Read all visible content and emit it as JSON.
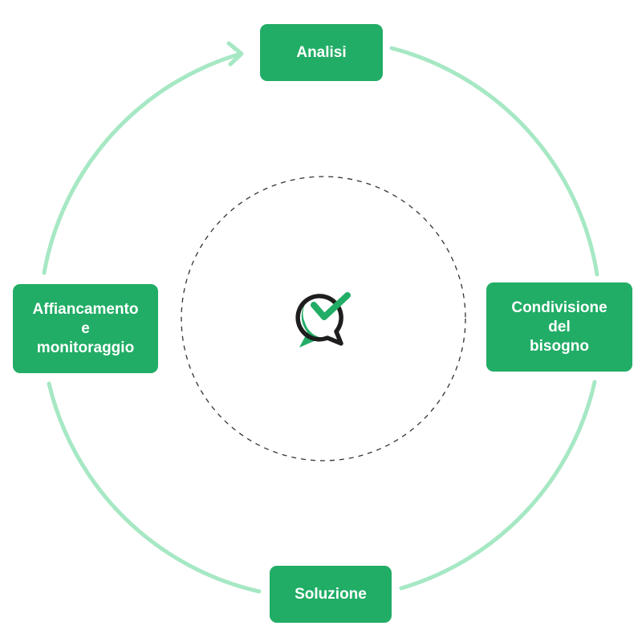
{
  "steps": {
    "analisi": {
      "label": "Analisi"
    },
    "condivisione": {
      "label": "Condivisione\ndel\nbisogno"
    },
    "soluzione": {
      "label": "Soluzione"
    },
    "affiancamento": {
      "label": "Affiancamento\ne\nmonitoraggio"
    }
  },
  "center_icon": "chat-check-icon",
  "colors": {
    "box_fill": "#21ad66",
    "box_text": "#ffffff",
    "cycle_ring": "#a6e8c4",
    "dashed_circle": "#333333",
    "icon_dark": "#1e1e1e",
    "icon_green": "#21ad66"
  }
}
